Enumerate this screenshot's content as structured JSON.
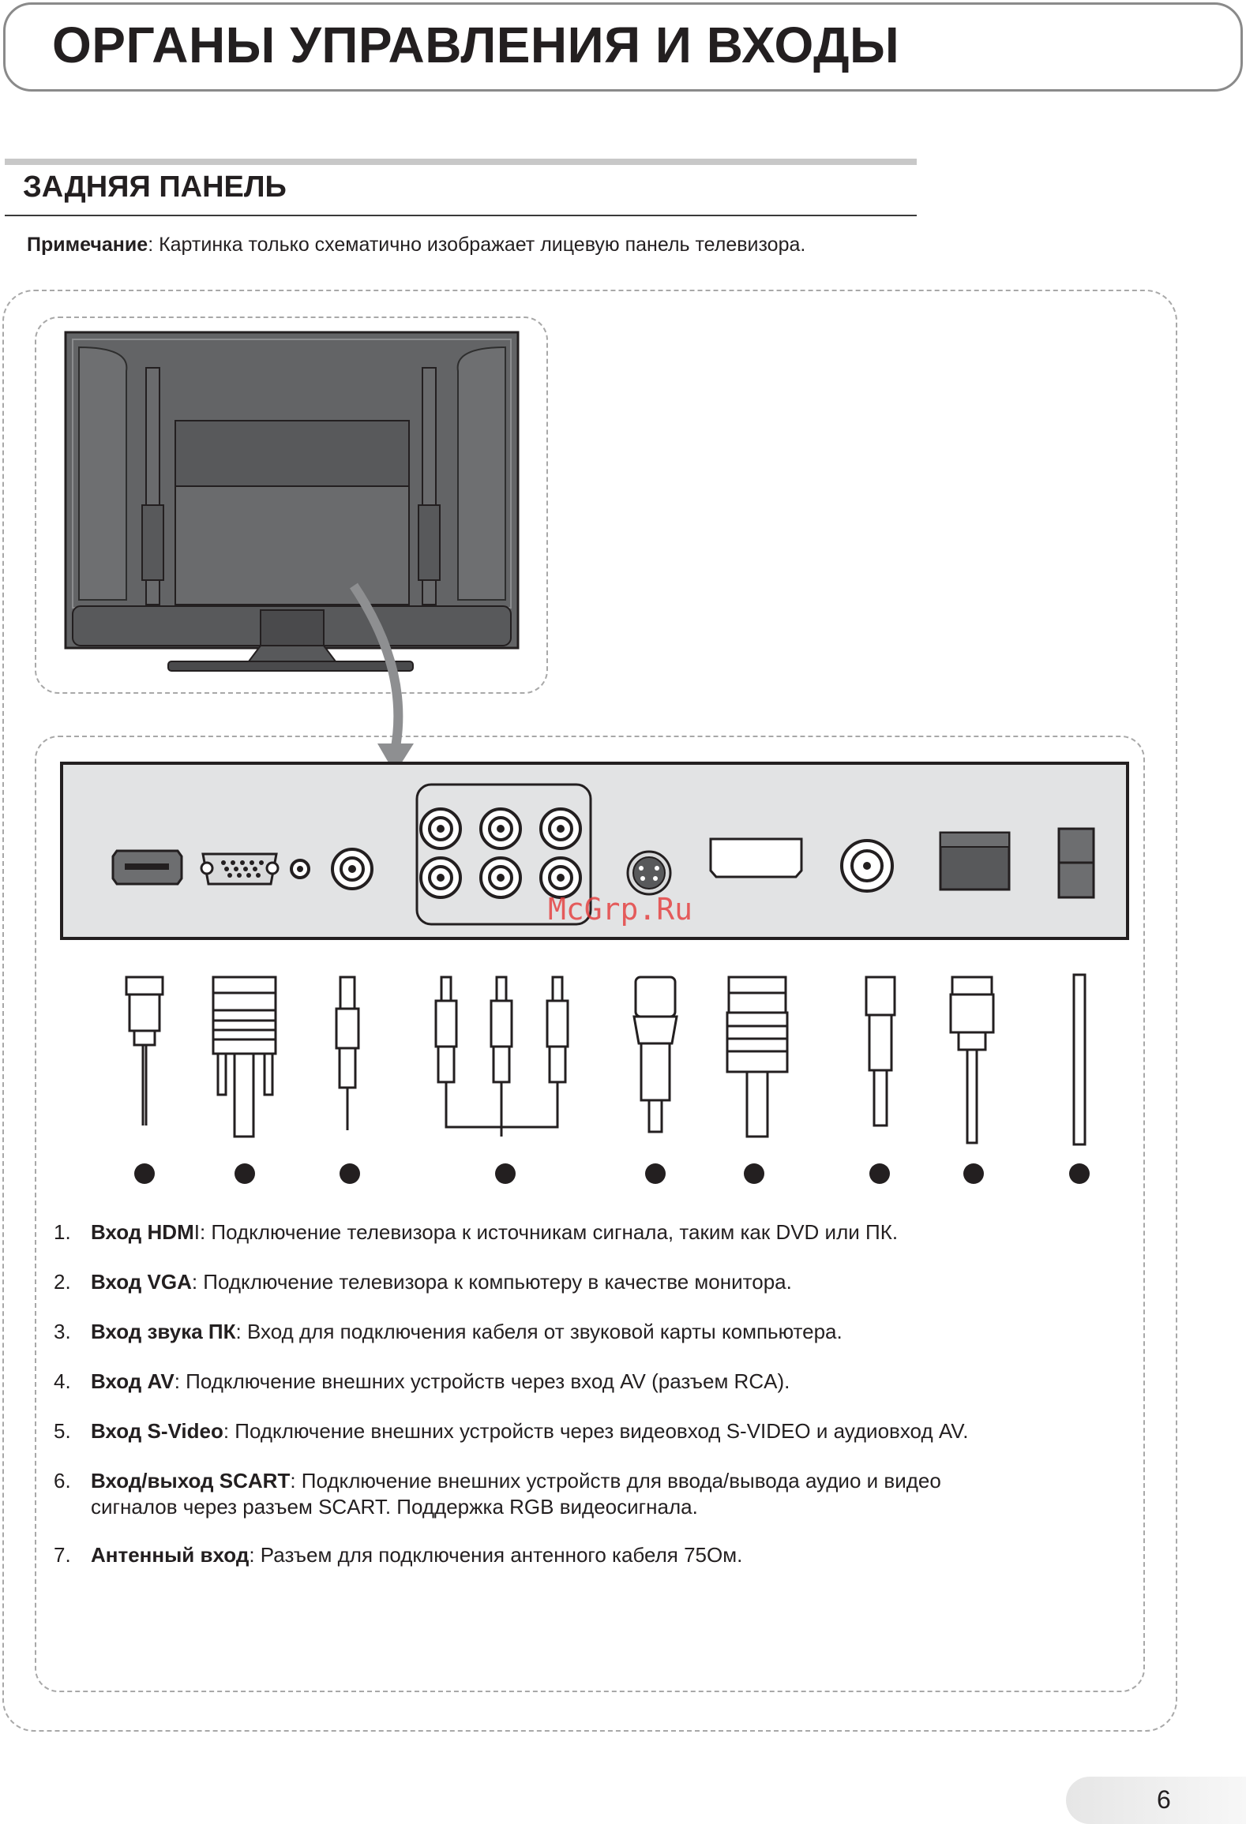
{
  "header": {
    "title": "ОРГАНЫ УПРАВЛЕНИЯ И ВХОДЫ"
  },
  "section": {
    "title": "ЗАДНЯЯ ПАНЕЛЬ"
  },
  "note": {
    "label": "Примечание",
    "text": ": Картинка только схематично изображает лицевую панель телевизора."
  },
  "watermark": "McGrp.Ru",
  "items": [
    {
      "num": "1.",
      "bold": "Вход HDM",
      "rest": "I: Подключение телевизора к источникам сигнала, таким как DVD или ПК."
    },
    {
      "num": "2.",
      "bold": "Вход VGA",
      "rest": ": Подключение телевизора к компьютеру в качестве монитора."
    },
    {
      "num": "3.",
      "bold": "Вход звука ПК",
      "rest": ": Вход для подключения кабеля от звуковой карты компьютера."
    },
    {
      "num": "4.",
      "bold": "Вход AV",
      "rest": ": Подключение внешних устройств через вход AV (разъем RCA)."
    },
    {
      "num": "5.",
      "bold": "Вход S-Video",
      "rest": ": Подключение внешних устройств через видеовход S-VIDEO и аудиовход AV."
    },
    {
      "num": "6.",
      "bold": "Вход/выход SCART",
      "rest": ": Подключение внешних устройств для ввода/вывода аудио и видео",
      "line2": "сигналов через разъем SCART. Поддержка RGB видеосигнала."
    },
    {
      "num": "7.",
      "bold": "Антенный вход",
      "rest": ": Разъем для подключения антенного кабеля 75Ом."
    }
  ],
  "page": {
    "number": "6"
  }
}
